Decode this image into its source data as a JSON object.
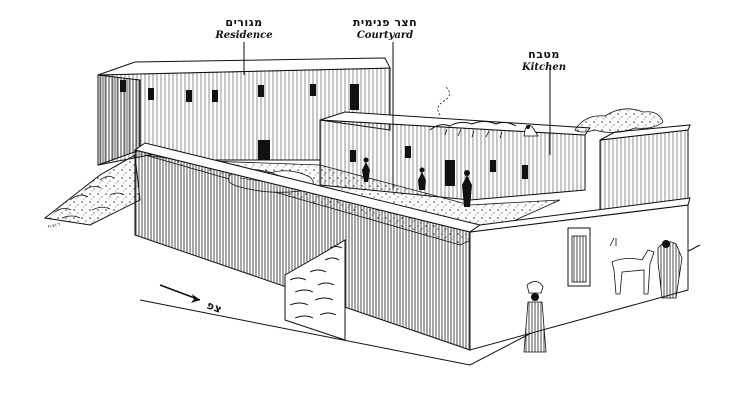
{
  "labels": {
    "residence": {
      "hebrew": "מגורים",
      "english": "Residence"
    },
    "courtyard": {
      "hebrew": "חצר פנימית",
      "english": "Courtyard"
    },
    "kitchen": {
      "hebrew": "מטבח",
      "english": "Kitchen"
    }
  },
  "compass": {
    "direction_label": "צפ"
  },
  "signature": "ד.ש.ח"
}
